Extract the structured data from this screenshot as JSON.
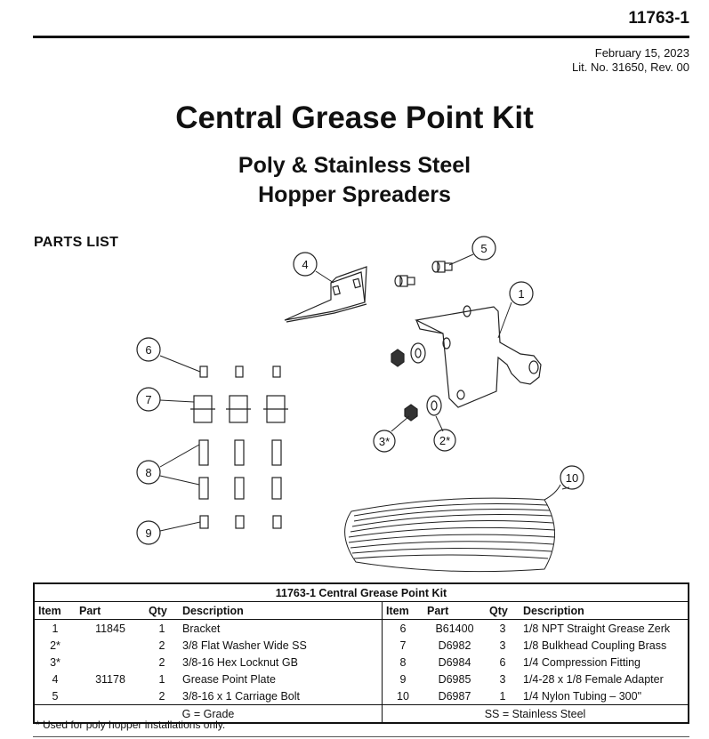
{
  "header": {
    "doc_number": "11763-1",
    "date": "February 15, 2023",
    "lit_no": "Lit. No. 31650, Rev. 00"
  },
  "title": "Central Grease Point Kit",
  "subtitle_line1": "Poly & Stainless Steel",
  "subtitle_line2": "Hopper Spreaders",
  "parts_list_heading": "PARTS LIST",
  "callouts": [
    "1",
    "2*",
    "3*",
    "4",
    "5",
    "6",
    "7",
    "8",
    "9",
    "10"
  ],
  "table": {
    "caption": "11763-1  Central Grease Point Kit",
    "columns": [
      "Item",
      "Part",
      "Qty",
      "Description"
    ],
    "left_rows": [
      {
        "item": "1",
        "part": "11845",
        "qty": "1",
        "desc": "Bracket"
      },
      {
        "item": "2*",
        "part": "",
        "qty": "2",
        "desc": "3/8 Flat Washer Wide SS"
      },
      {
        "item": "3*",
        "part": "",
        "qty": "2",
        "desc": "3/8-16 Hex Locknut GB"
      },
      {
        "item": "4",
        "part": "31178",
        "qty": "1",
        "desc": "Grease Point Plate"
      },
      {
        "item": "5",
        "part": "",
        "qty": "2",
        "desc": "3/8-16 x 1 Carriage Bolt"
      }
    ],
    "right_rows": [
      {
        "item": "6",
        "part": "B61400",
        "qty": "3",
        "desc": "1/8 NPT Straight Grease Zerk"
      },
      {
        "item": "7",
        "part": "D6982",
        "qty": "3",
        "desc": "1/8 Bulkhead Coupling Brass"
      },
      {
        "item": "8",
        "part": "D6984",
        "qty": "6",
        "desc": "1/4 Compression Fitting"
      },
      {
        "item": "9",
        "part": "D6985",
        "qty": "3",
        "desc": "1/4-28 x 1/8 Female Adapter"
      },
      {
        "item": "10",
        "part": "D6987",
        "qty": "1",
        "desc": "1/4 Nylon Tubing – 300\""
      }
    ],
    "footer_left": "G = Grade",
    "footer_right": "SS = Stainless Steel"
  },
  "footnote": "* Used for poly hopper installations only."
}
